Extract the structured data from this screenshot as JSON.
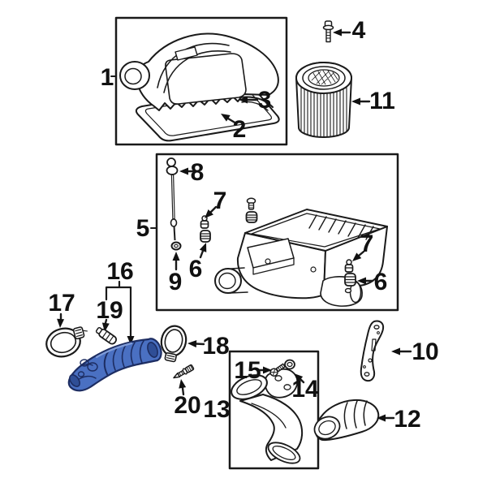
{
  "figure": {
    "kind": "exploded-parts-diagram",
    "subject": "engine-air-intake-system",
    "background_color": "#ffffff",
    "line_color": "#1a1a1a",
    "highlight_fill": "#4a70c2",
    "highlight_fill_dark": "#2f4e96",
    "highlight_outline": "#1d2d62",
    "highlighted_callout": "16",
    "callouts": {
      "n1": "1",
      "n2": "2",
      "n3": "3",
      "n4": "4",
      "n5": "5",
      "n6": "6",
      "n7": "7",
      "n8": "8",
      "n9": "9",
      "n10": "10",
      "n11": "11",
      "n12": "12",
      "n13": "13",
      "n14": "14",
      "n15": "15",
      "n16": "16",
      "n17": "17",
      "n18": "18",
      "n19": "19",
      "n20": "20"
    }
  }
}
